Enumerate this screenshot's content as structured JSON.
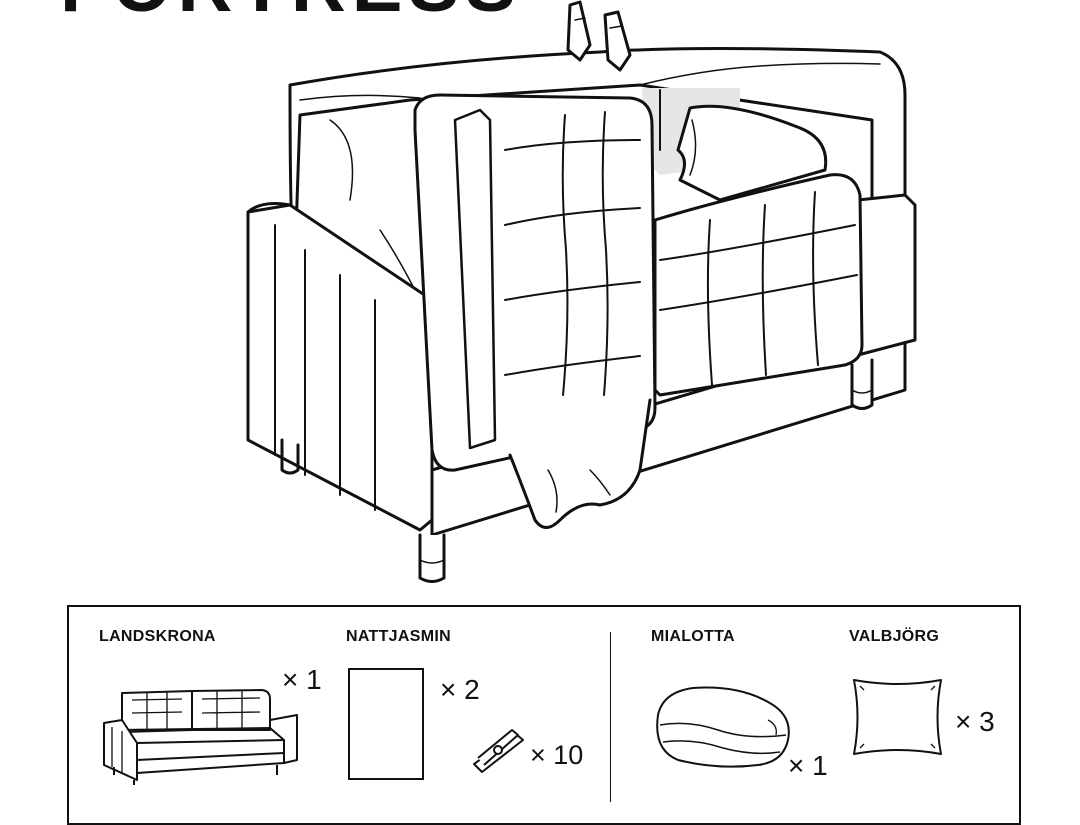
{
  "header": {
    "title_partial": "FORTRESS"
  },
  "parts": [
    {
      "name": "LANDSKRONA",
      "quantity": "× 1",
      "icon": "sofa-icon"
    },
    {
      "name": "NATTJASMIN",
      "quantity": "× 2",
      "icon": "sheet-icon"
    },
    {
      "name": "",
      "quantity": "× 10",
      "icon": "clothespin-icon"
    },
    {
      "name": "MIALOTTA",
      "quantity": "× 1",
      "icon": "folded-blanket-icon"
    },
    {
      "name": "VALBJÖRG",
      "quantity": "× 3",
      "icon": "pillow-icon"
    }
  ],
  "colors": {
    "ink": "#111111",
    "background": "#ffffff",
    "shade": "#e6e6e6"
  }
}
